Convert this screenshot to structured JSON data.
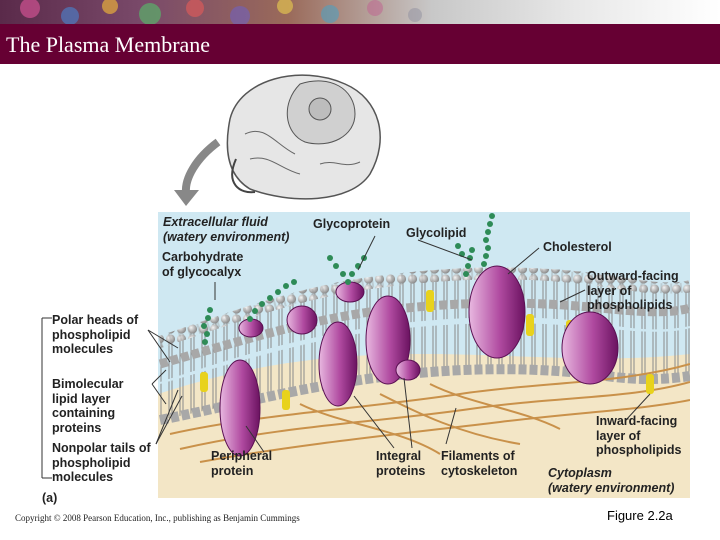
{
  "slide": {
    "title": "The Plasma Membrane",
    "copyright": "Copyright © 2008 Pearson Education, Inc., publishing as Benjamin Cummings",
    "figure_number": "Figure 2.2a"
  },
  "colors": {
    "title_bar": "#660033",
    "extracellular": "#cfe8f2",
    "cytoplasm": "#f3e6c6",
    "protein": "#9b2a86",
    "phospholipid_head": "#b8b8b8",
    "glycocalyx": "#2e8b57",
    "cholesterol": "#e8d21c"
  },
  "labels": {
    "extracellular": "Extracellular fluid\n(watery environment)",
    "glycoprotein": "Glycoprotein",
    "glycolipid": "Glycolipid",
    "cholesterol": "Cholesterol",
    "carbohydrate": "Carbohydrate\nof glycocalyx",
    "outward": "Outward-facing\nlayer of\nphospholipids",
    "polar_heads": "Polar heads of\nphospholipid\nmolecules",
    "bimolecular": "Bimolecular\nlipid layer\ncontaining\nproteins",
    "nonpolar_tails": "Nonpolar tails of\nphospholipid\nmolecules",
    "inward": "Inward-facing\nlayer of\nphospholipids",
    "peripheral": "Peripheral\nprotein",
    "integral": "Integral\nproteins",
    "filaments": "Filaments of\ncytoskeleton",
    "cytoplasm": "Cytoplasm\n(watery environment)",
    "panel": "(a)"
  }
}
